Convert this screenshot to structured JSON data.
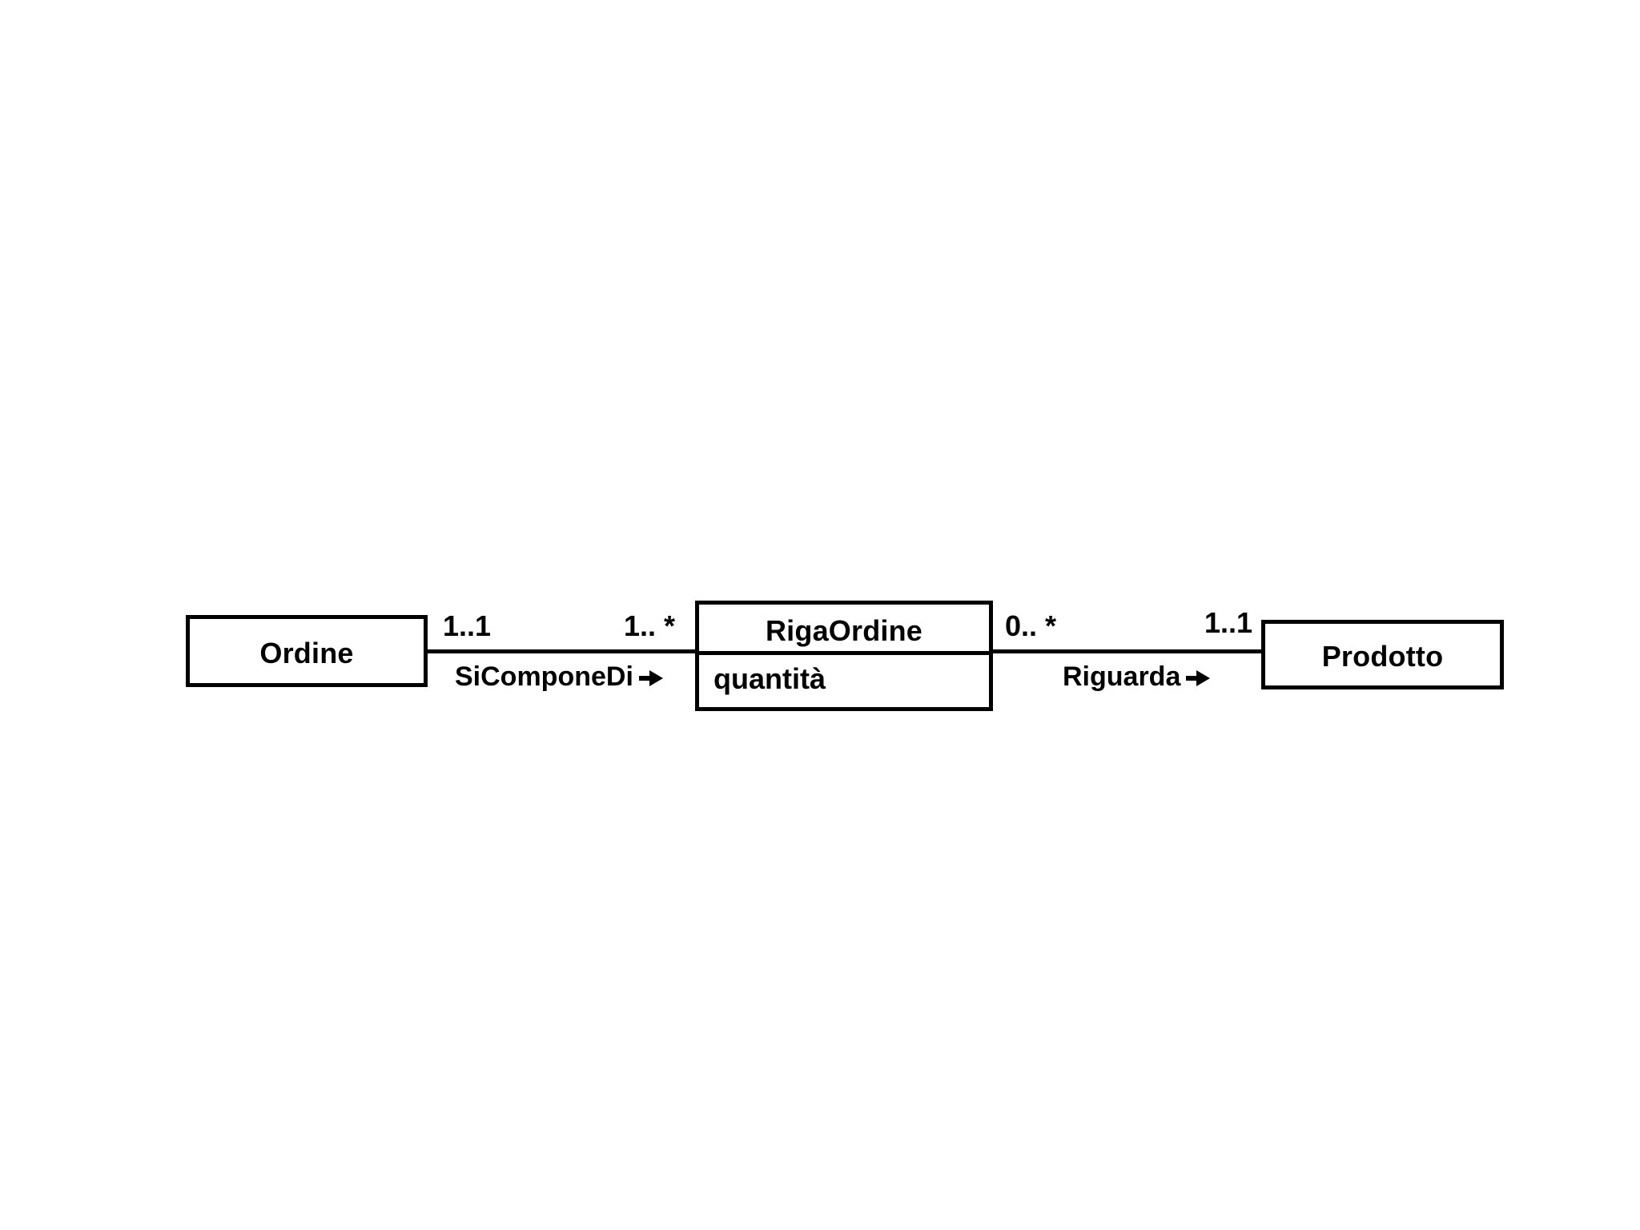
{
  "diagram": {
    "type": "uml-class-diagram",
    "language": "it",
    "background_color": "#ffffff",
    "line_color": "#000000",
    "classes": [
      {
        "id": "ordine",
        "name": "Ordine",
        "attributes": []
      },
      {
        "id": "rigaordine",
        "name": "RigaOrdine",
        "attributes": [
          "quantità"
        ]
      },
      {
        "id": "prodotto",
        "name": "Prodotto",
        "attributes": []
      }
    ],
    "associations": [
      {
        "id": "sicomponedi",
        "name": "SiComponeDi",
        "direction_arrow": "right-arrow-icon",
        "source": "Ordine",
        "target": "RigaOrdine",
        "source_multiplicity": "1..1",
        "target_multiplicity": "1.. *"
      },
      {
        "id": "riguarda",
        "name": "Riguarda",
        "direction_arrow": "right-arrow-icon",
        "source": "RigaOrdine",
        "target": "Prodotto",
        "source_multiplicity": "0.. *",
        "target_multiplicity": "1..1"
      }
    ]
  }
}
